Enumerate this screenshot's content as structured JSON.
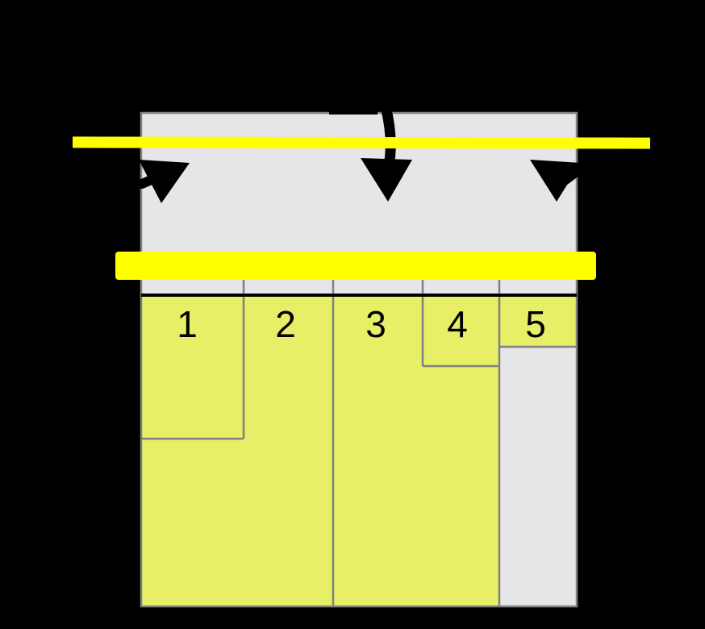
{
  "colors": {
    "background": "#000000",
    "box_fill": "#e6e6e8",
    "highlight_fill": "#e6ef66",
    "bar": "#ffff00",
    "outline": "#808080",
    "arrow": "#000000"
  },
  "columns": [
    {
      "label": "1",
      "fill_level": 0.48
    },
    {
      "label": "2",
      "fill_level": 1.0
    },
    {
      "label": "3",
      "fill_level": 1.0
    },
    {
      "label": "4",
      "fill_level": 0.23
    },
    {
      "label": "5",
      "fill_level": 0.16
    }
  ]
}
